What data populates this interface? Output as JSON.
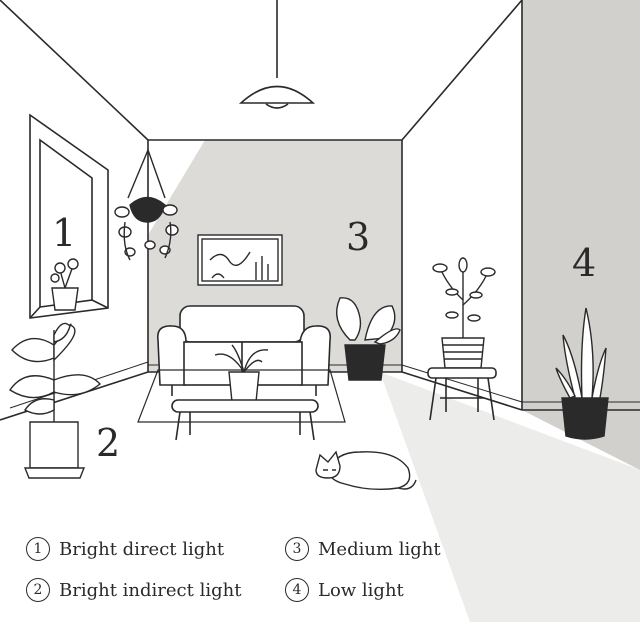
{
  "zones": {
    "zone1": "1",
    "zone2": "2",
    "zone3": "3",
    "zone4": "4"
  },
  "legend": [
    {
      "number": "1",
      "label": "Bright direct light"
    },
    {
      "number": "3",
      "label": "Medium light"
    },
    {
      "number": "2",
      "label": "Bright indirect light"
    },
    {
      "number": "4",
      "label": "Low light"
    }
  ],
  "colors": {
    "line": "#2a2a2a",
    "back_wall": "#dcdbd8",
    "right_wall": "#d2d0cc",
    "shadow": "#e8e7e4",
    "pot_dark": "#2a2a2a"
  },
  "icons": [
    "pendant-lamp-icon",
    "window-icon",
    "hanging-plant-icon",
    "wall-painting-icon",
    "sofa-icon",
    "coffee-table-icon",
    "monstera-plant-icon",
    "tall-plant-icon",
    "snake-plant-icon",
    "cat-icon",
    "fiddle-leaf-plant-icon"
  ]
}
